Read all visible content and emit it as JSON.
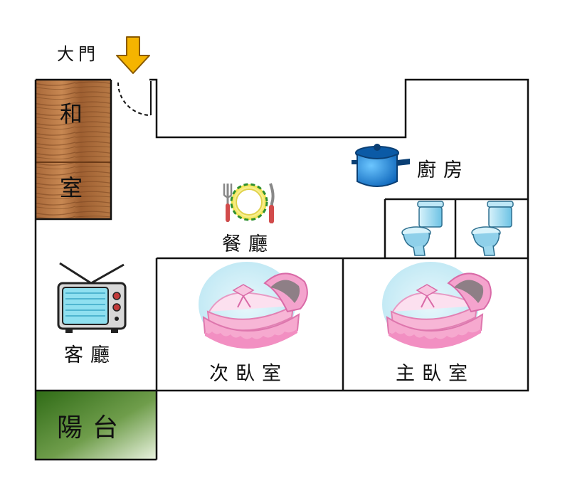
{
  "entrance": {
    "label": "大門",
    "arrow_color": "#f5b400",
    "icon": "down-arrow-icon"
  },
  "rooms": {
    "washitsu": {
      "label_top": "和",
      "label_bottom": "室",
      "fill": "#8b5a2b"
    },
    "kitchen": {
      "label": "廚房",
      "icon": "cooking-pot-icon"
    },
    "dining": {
      "label": "餐廳",
      "icon": "plate-fork-knife-icon"
    },
    "living": {
      "label": "客廳",
      "icon": "television-icon"
    },
    "second_bedroom": {
      "label": "次臥室",
      "icon": "baby-cradle-icon"
    },
    "master_bedroom": {
      "label": "主臥室",
      "icon": "baby-cradle-icon"
    },
    "balcony": {
      "label": "陽台",
      "fill": "#3e6d1b"
    },
    "bathrooms": {
      "count": 2,
      "icon": "toilet-icon"
    }
  },
  "colors": {
    "wall": "#111111",
    "wood_light": "#b8794a",
    "wood_dark": "#7a4a22",
    "balcony_light": "#c9dfb1",
    "balcony_dark": "#2f6b16",
    "pot_blue": "#1a8fe0",
    "toilet_blue": "#9fd8f0",
    "tv_screen": "#8fe0f0",
    "cradle_pink": "#f4a9cf"
  }
}
